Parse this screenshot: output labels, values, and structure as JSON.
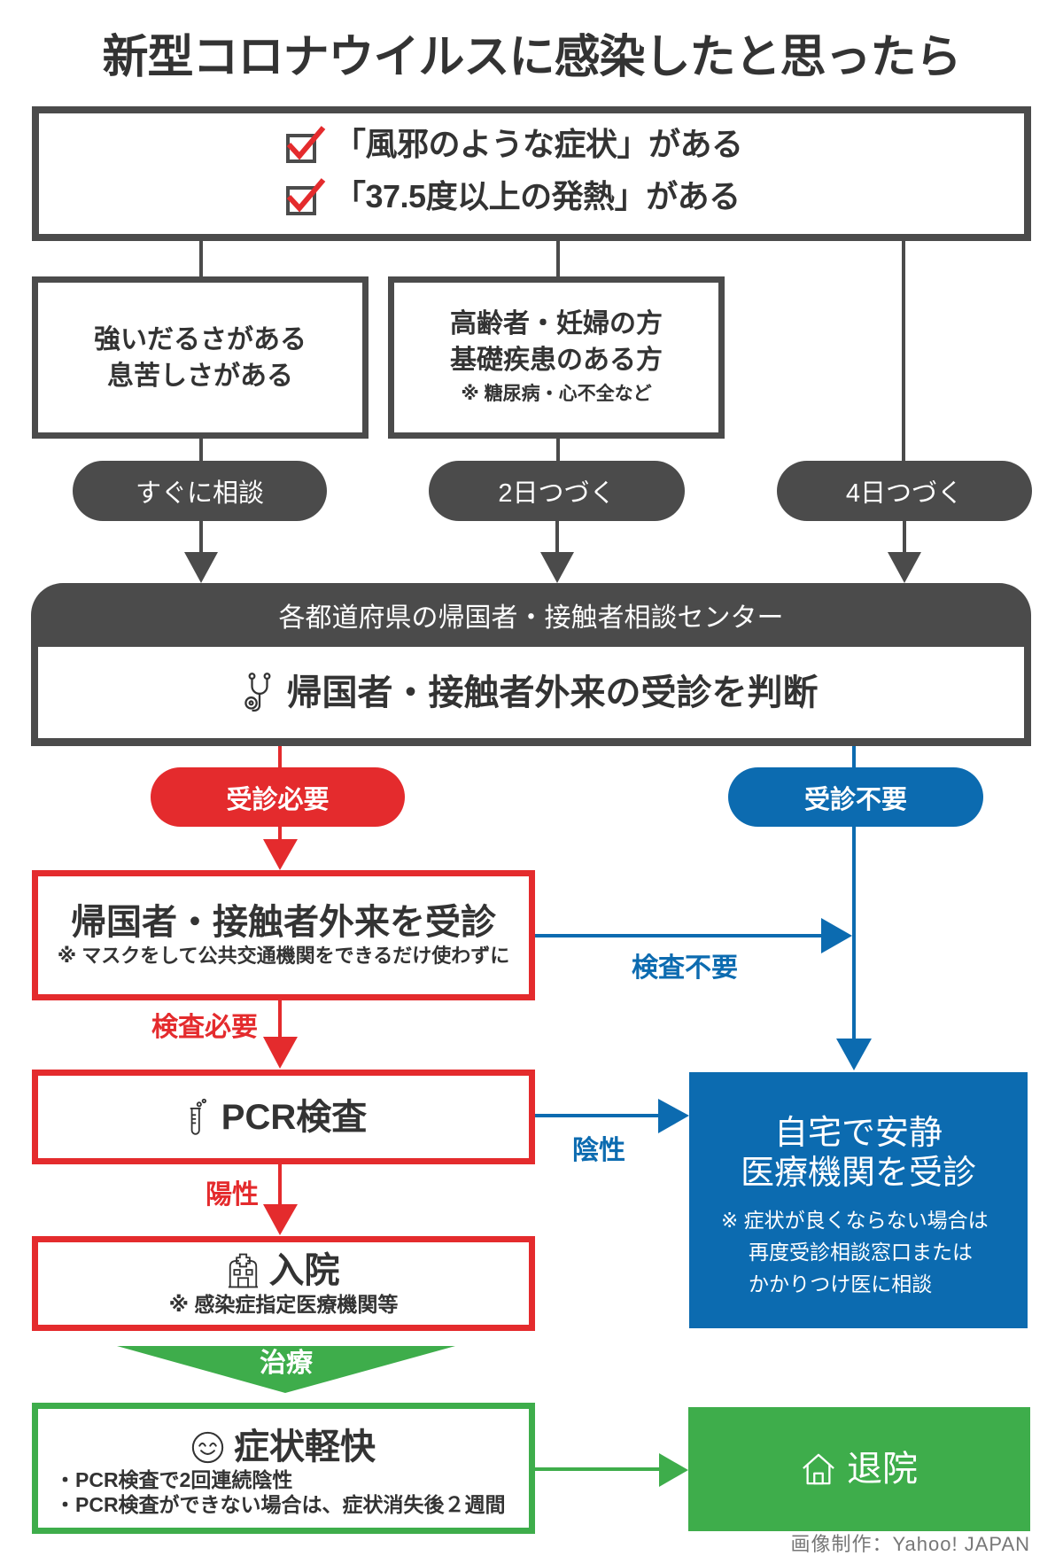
{
  "title": "新型コロナウイルスに感染したと思ったら",
  "symptoms": {
    "items": [
      "「風邪のような症状」がある",
      "「37.5度以上の発熱」がある"
    ],
    "icon": "checked-box-icon"
  },
  "conditions": [
    {
      "lines": [
        "強いだるさがある",
        "息苦しさがある"
      ]
    },
    {
      "lines": [
        "高齢者・妊婦の方",
        "基礎疾患のある方"
      ],
      "note": "※ 糖尿病・心不全など"
    }
  ],
  "durations": [
    "すぐに相談",
    "2日つづく",
    "4日つづく"
  ],
  "consult_center": {
    "header": "各都道府県の帰国者・接触者相談センター",
    "judgment": "帰国者・接触者外来の受診を判断",
    "icon": "stethoscope-icon"
  },
  "branches": {
    "visit_required": "受診必要",
    "visit_not_required": "受診不要"
  },
  "outpatient": {
    "title": "帰国者・接触者外来を受診",
    "note": "※ マスクをして公共交通機関をできるだけ使わずに"
  },
  "labels": {
    "test_required": "検査必要",
    "test_not_required": "検査不要",
    "negative": "陰性",
    "positive": "陽性",
    "treatment": "治療"
  },
  "pcr": {
    "title": "PCR検査",
    "icon": "test-tube-icon"
  },
  "hospitalization": {
    "title": "入院",
    "note": "※ 感染症指定医療機関等",
    "icon": "hospital-icon"
  },
  "home_rest": {
    "lines": [
      "自宅で安静",
      "医療機関を受診"
    ],
    "note_lines": [
      "※ 症状が良くならない場合は",
      "再度受診相談窓口または",
      "かかりつけ医に相談"
    ]
  },
  "recovery": {
    "title": "症状軽快",
    "icon": "smiley-icon",
    "bullets": [
      "・PCR検査で2回連続陰性",
      "・PCR検査ができない場合は、症状消失後２週間"
    ]
  },
  "discharge": {
    "title": "退院",
    "icon": "house-icon"
  },
  "credit": "画像制作：Yahoo! JAPAN",
  "colors": {
    "dark": "#4b4b4b",
    "red": "#e42b2d",
    "blue": "#0c6bb0",
    "green": "#3ead4b",
    "text": "#333333",
    "muted": "#777777"
  }
}
